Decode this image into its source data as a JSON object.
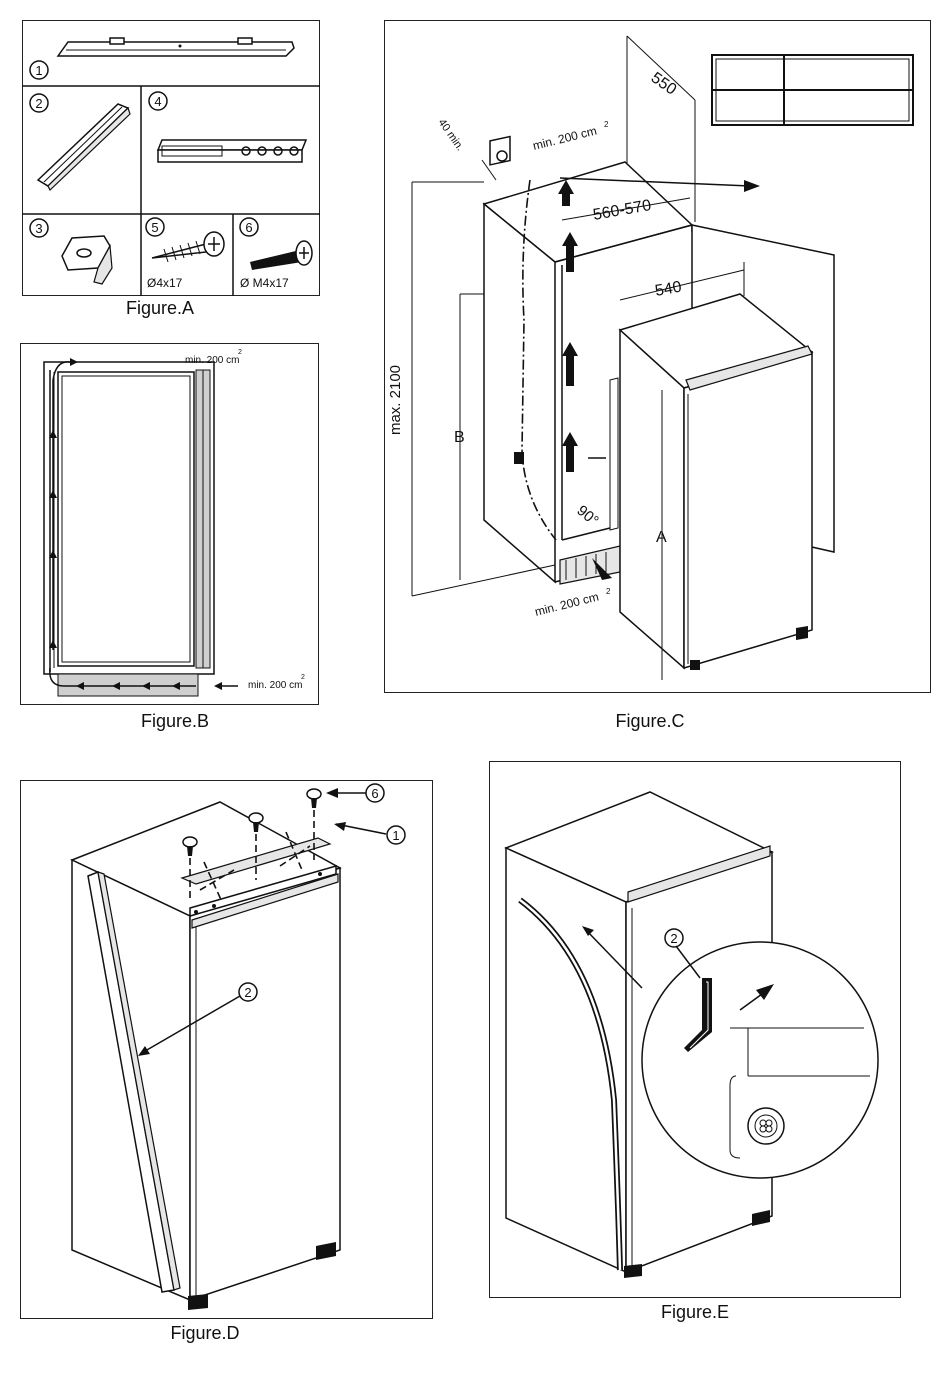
{
  "figures": {
    "a": {
      "caption": "Figure.A",
      "parts": [
        {
          "number": "1"
        },
        {
          "number": "2"
        },
        {
          "number": "3"
        },
        {
          "number": "4"
        },
        {
          "number": "5",
          "size": "Ø4x17"
        },
        {
          "number": "6",
          "size": "Ø M4x17"
        }
      ]
    },
    "b": {
      "caption": "Figure.B",
      "vent_top": "min. 200 cm",
      "vent_bottom": "min. 200 cm",
      "exponent": "2"
    },
    "c": {
      "caption": "Figure.C",
      "dim_depth": "550",
      "dim_gap": "40 min.",
      "dim_width_niche": "560-570",
      "dim_width_appliance": "540",
      "dim_height_max": "max. 2100",
      "label_b": "B",
      "label_a": "A",
      "angle": "90°",
      "vent_top": "min. 200 cm",
      "vent_bottom": "min. 200 cm",
      "exponent": "2"
    },
    "d": {
      "caption": "Figure.D",
      "callout_6": "6",
      "callout_1": "1",
      "callout_2": "2"
    },
    "e": {
      "caption": "Figure.E",
      "callout_2": "2"
    }
  },
  "colors": {
    "line": "#111111",
    "background": "#ffffff",
    "shade": "#e6e6e6"
  }
}
